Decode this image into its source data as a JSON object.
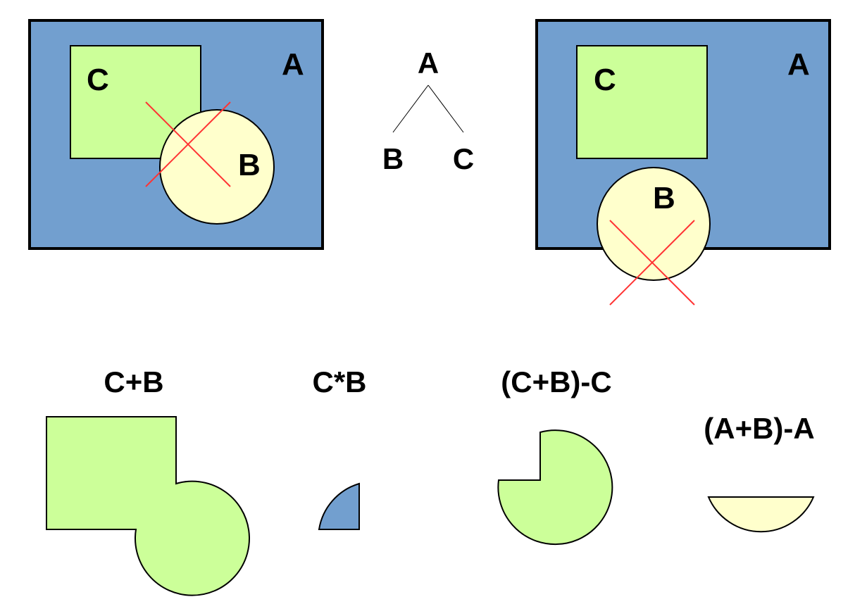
{
  "colors": {
    "blue": "#729fcf",
    "green": "#ccff99",
    "yellow": "#ffffcc",
    "cross": "#ff3333",
    "outline": "#000000"
  },
  "panel_left": {
    "label_a": "A",
    "label_b": "B",
    "label_c": "C"
  },
  "tree": {
    "root": "A",
    "left": "B",
    "right": "C"
  },
  "panel_right": {
    "label_a": "A",
    "label_b": "B",
    "label_c": "C"
  },
  "results": [
    {
      "caption": "C+B"
    },
    {
      "caption": "C*B"
    },
    {
      "caption": "(C+B)-C"
    },
    {
      "caption": "(A+B)-A"
    }
  ]
}
